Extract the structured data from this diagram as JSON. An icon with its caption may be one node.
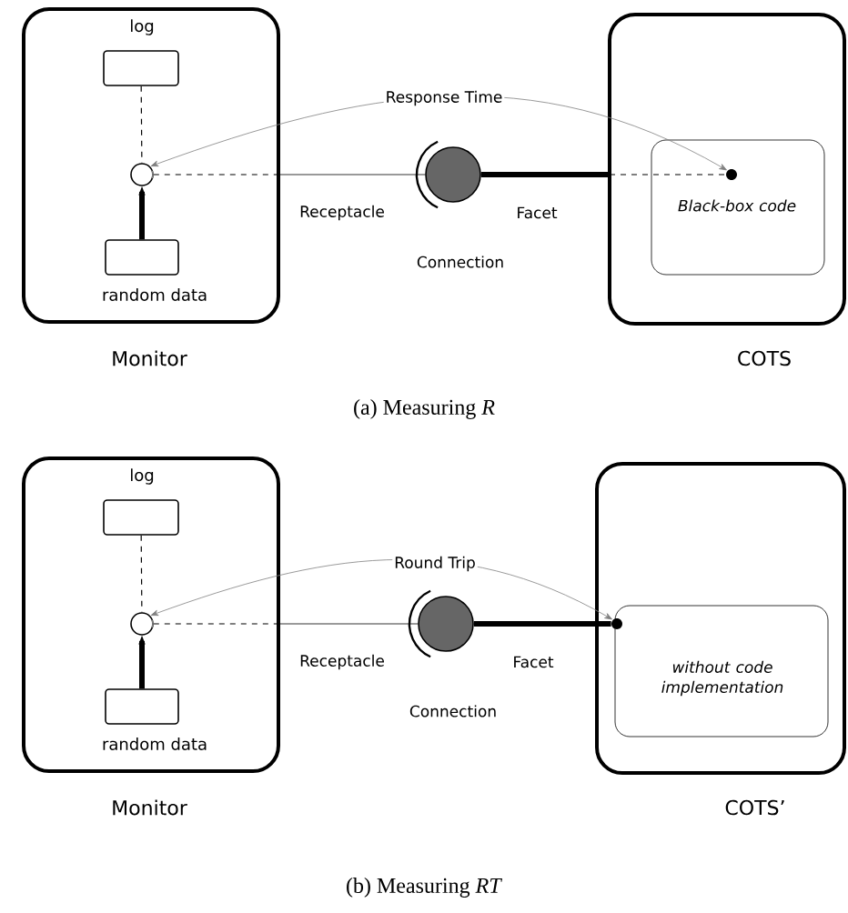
{
  "diagram": {
    "nodes": [
      {
        "text": [
          "Monitor"
        ]
      },
      {
        "text": [
          "log"
        ],
        "in": 0
      },
      {
        "text": [],
        "shape": "circle",
        "in": 0
      },
      {
        "text": [
          "random data"
        ],
        "in": 0
      },
      {
        "text": [],
        "shape": "circle",
        "beside": [
          "Connection"
        ]
      },
      {
        "text": [
          "COTS"
        ]
      },
      {
        "text": [
          "*Black-box* *code*"
        ],
        "in": 5
      },
      {
        "text": [],
        "shape": "circle",
        "in": 6
      },
      {
        "text": [
          "Monitor"
        ]
      },
      {
        "text": [
          "log"
        ],
        "in": 8
      },
      {
        "text": [],
        "shape": "circle",
        "in": 8
      },
      {
        "text": [
          "random data"
        ],
        "in": 8
      },
      {
        "text": [],
        "shape": "circle",
        "beside": [
          "Connection"
        ]
      },
      {
        "text": [
          "COTS’"
        ]
      },
      {
        "text": [
          "*without* *code* *implementation*"
        ],
        "in": 13
      },
      {
        "text": [],
        "shape": "circle",
        "in": 14
      }
    ],
    "edges": [
      {
        "from": 1,
        "to": 2,
        "arrow": "none",
        "style": "dashed"
      },
      {
        "from": 3,
        "to": 2,
        "arrow": "to",
        "style": "thick"
      },
      {
        "from": 2,
        "to": 4,
        "arrow": "none",
        "label": "Receptacle"
      },
      {
        "from": 4,
        "to": 7,
        "arrow": "none",
        "label": "Facet",
        "style": "thick"
      },
      {
        "from": 7,
        "to": 2,
        "arrow": "both",
        "label": "Response Time",
        "color": "#808080"
      },
      {
        "from": 9,
        "to": 10,
        "arrow": "none",
        "style": "dashed"
      },
      {
        "from": 11,
        "to": 10,
        "arrow": "to",
        "style": "thick"
      },
      {
        "from": 10,
        "to": 12,
        "arrow": "none",
        "label": "Receptacle"
      },
      {
        "from": 12,
        "to": 15,
        "arrow": "none",
        "label": "Facet",
        "style": "thick"
      },
      {
        "from": 15,
        "to": 10,
        "arrow": "both",
        "label": "Round Trip",
        "color": "#808080"
      }
    ],
    "labels": [
      "(a) Measuring *R*",
      "(b) Measuring *RT*"
    ]
  }
}
